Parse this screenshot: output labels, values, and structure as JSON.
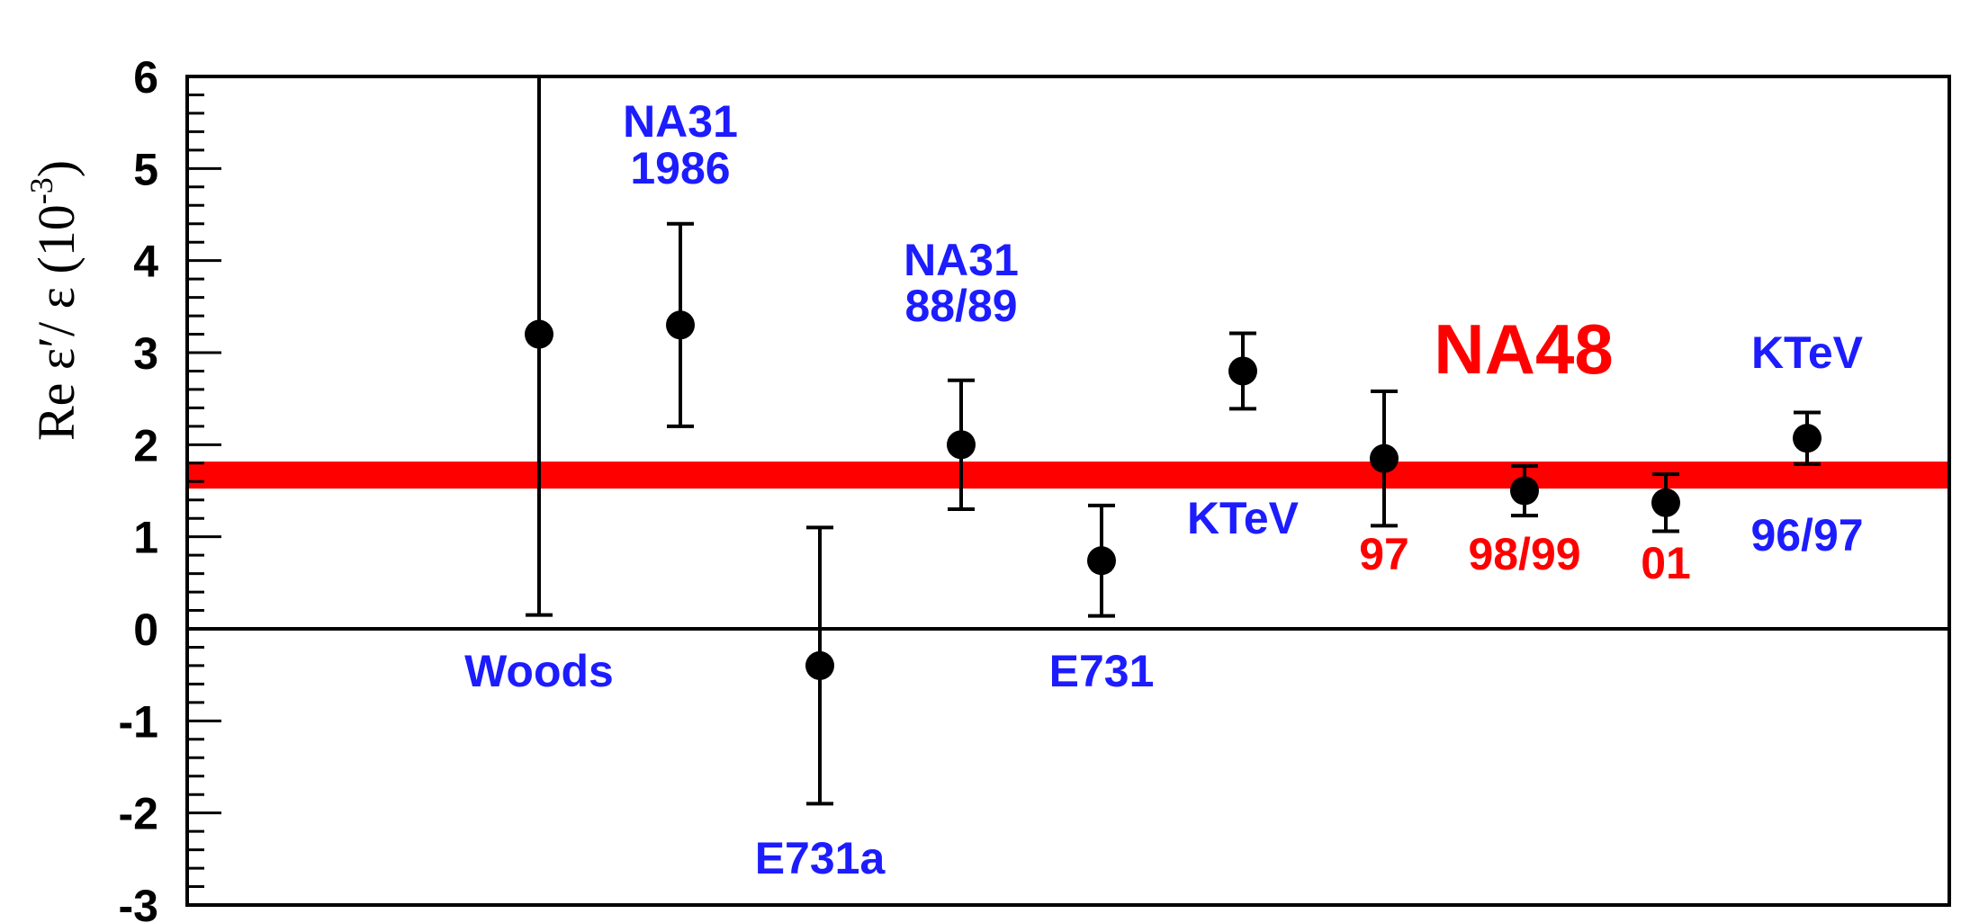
{
  "chart_data": {
    "type": "scatter",
    "ylabel": "Re  ε′/ ε  (10⁻³)",
    "ylabel_main": "Re  ε′/ ε  (10",
    "ylabel_exp": "-3",
    "ylabel_close": ")",
    "ylim": [
      -3,
      6
    ],
    "yticks": [
      "-3",
      "-2",
      "-1",
      "0",
      "1",
      "2",
      "3",
      "4",
      "5",
      "6"
    ],
    "grid": false,
    "band": {
      "value": 1.67,
      "color": "#ff0000"
    },
    "points": [
      {
        "id": "woods",
        "x": 1,
        "y": 3.2,
        "err_low": 3.05,
        "err_high": 2.8
      },
      {
        "id": "na31-1986",
        "x": 2,
        "y": 3.3,
        "err_low": 1.1,
        "err_high": 1.1
      },
      {
        "id": "e731a",
        "x": 3,
        "y": -0.4,
        "err_low": 1.5,
        "err_high": 1.5
      },
      {
        "id": "na31-8889",
        "x": 4,
        "y": 2.0,
        "err_low": 0.7,
        "err_high": 0.7
      },
      {
        "id": "e731",
        "x": 5,
        "y": 0.74,
        "err_low": 0.6,
        "err_high": 0.6
      },
      {
        "id": "ktev-1",
        "x": 6,
        "y": 2.8,
        "err_low": 0.41,
        "err_high": 0.41
      },
      {
        "id": "na48-97",
        "x": 7,
        "y": 1.85,
        "err_low": 0.73,
        "err_high": 0.73
      },
      {
        "id": "na48-9899",
        "x": 8,
        "y": 1.5,
        "err_low": 0.27,
        "err_high": 0.27
      },
      {
        "id": "na48-01",
        "x": 9,
        "y": 1.37,
        "err_low": 0.31,
        "err_high": 0.31
      },
      {
        "id": "ktev-9697",
        "x": 10,
        "y": 2.07,
        "err_low": 0.28,
        "err_high": 0.28
      }
    ],
    "labels": [
      {
        "id": "woods",
        "text": "Woods",
        "color": "#1c1cff"
      },
      {
        "id": "na31-1986-a",
        "text": "NA31",
        "color": "#1c1cff"
      },
      {
        "id": "na31-1986-b",
        "text": "1986",
        "color": "#1c1cff"
      },
      {
        "id": "e731a",
        "text": "E731a",
        "color": "#1c1cff"
      },
      {
        "id": "na31-8889-a",
        "text": "NA31",
        "color": "#1c1cff"
      },
      {
        "id": "na31-8889-b",
        "text": "88/89",
        "color": "#1c1cff"
      },
      {
        "id": "e731",
        "text": "E731",
        "color": "#1c1cff"
      },
      {
        "id": "ktev-1",
        "text": "KTeV",
        "color": "#1c1cff"
      },
      {
        "id": "na48",
        "text": "NA48",
        "color": "#ff0000"
      },
      {
        "id": "na48-97",
        "text": "97",
        "color": "#ff0000"
      },
      {
        "id": "na48-9899",
        "text": "98/99",
        "color": "#ff0000"
      },
      {
        "id": "na48-01",
        "text": "01",
        "color": "#ff0000"
      },
      {
        "id": "ktev-2",
        "text": "KTeV",
        "color": "#1c1cff"
      },
      {
        "id": "ktev-9697",
        "text": "96/97",
        "color": "#1c1cff"
      }
    ]
  }
}
